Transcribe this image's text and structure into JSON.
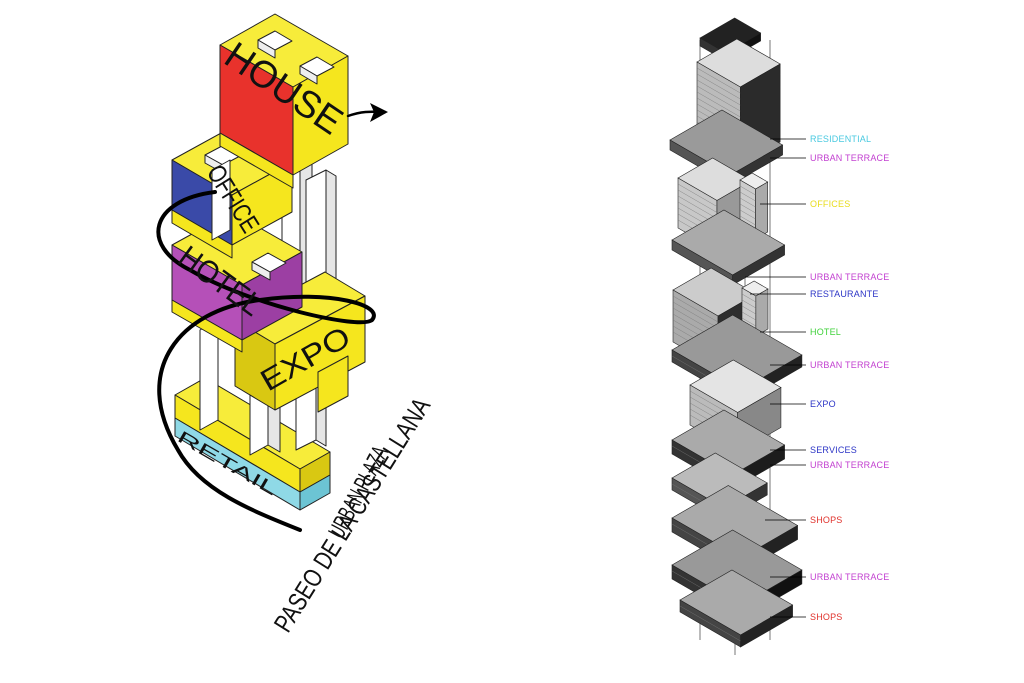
{
  "concept": {
    "house": "HOUSE",
    "office": "OFFICE",
    "hotel": "HOTEL",
    "expo": "EXPO",
    "retail": "RETAIL",
    "urban_plaza": "URBAN PLAZA",
    "street": "PASEO DE LA CASTELLANA"
  },
  "colors": {
    "yellow": "#f5e61e",
    "red": "#e8322c",
    "blue": "#3a4aa8",
    "magenta": "#b550b8",
    "cyan": "#7fd3e0"
  },
  "labels": [
    {
      "text": "RESIDENTIAL",
      "color": "#49c9e0"
    },
    {
      "text": "URBAN TERRACE",
      "color": "#c23fd0"
    },
    {
      "text": "OFFICES",
      "color": "#e9dc1c"
    },
    {
      "text": "URBAN TERRACE",
      "color": "#c23fd0"
    },
    {
      "text": "RESTAURANTE",
      "color": "#2c35c6"
    },
    {
      "text": "HOTEL",
      "color": "#3fd13a"
    },
    {
      "text": "URBAN TERRACE",
      "color": "#c23fd0"
    },
    {
      "text": "EXPO",
      "color": "#2c35c6"
    },
    {
      "text": "SERVICES",
      "color": "#2c35c6"
    },
    {
      "text": "URBAN TERRACE",
      "color": "#c23fd0"
    },
    {
      "text": "SHOPS",
      "color": "#e0322c"
    },
    {
      "text": "URBAN TERRACE",
      "color": "#c23fd0"
    },
    {
      "text": "SHOPS",
      "color": "#e0322c"
    }
  ]
}
